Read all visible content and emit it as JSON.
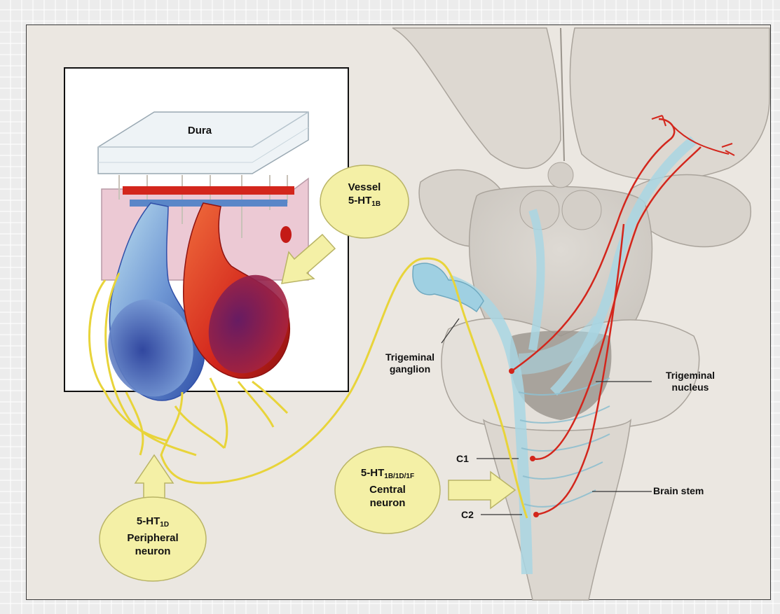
{
  "inset": {
    "dura_label": "Dura"
  },
  "callouts": {
    "vessel": {
      "line1": "Vessel",
      "line2_main": "5-HT",
      "line2_sub": "1B"
    },
    "peripheral": {
      "line1_main": "5-HT",
      "line1_sub": "1D",
      "line2": "Peripheral",
      "line3": "neuron"
    },
    "central": {
      "line1_main": "5-HT",
      "line1_sub": "1B/1D/1F",
      "line2": "Central",
      "line3": "neuron"
    }
  },
  "labels": {
    "trigeminal_ganglion_1": "Trigeminal",
    "trigeminal_ganglion_2": "ganglion",
    "trigeminal_nucleus_1": "Trigeminal",
    "trigeminal_nucleus_2": "nucleus",
    "c1": "C1",
    "c2": "C2",
    "brain_stem": "Brain stem"
  },
  "colors": {
    "artery_red": "#d8322a",
    "vein_blue": "#5a86c8",
    "nerve_yellow": "#e8d43a",
    "bubble_fill": "#f4f0a6",
    "tract_blue": "#a9d6e3"
  }
}
